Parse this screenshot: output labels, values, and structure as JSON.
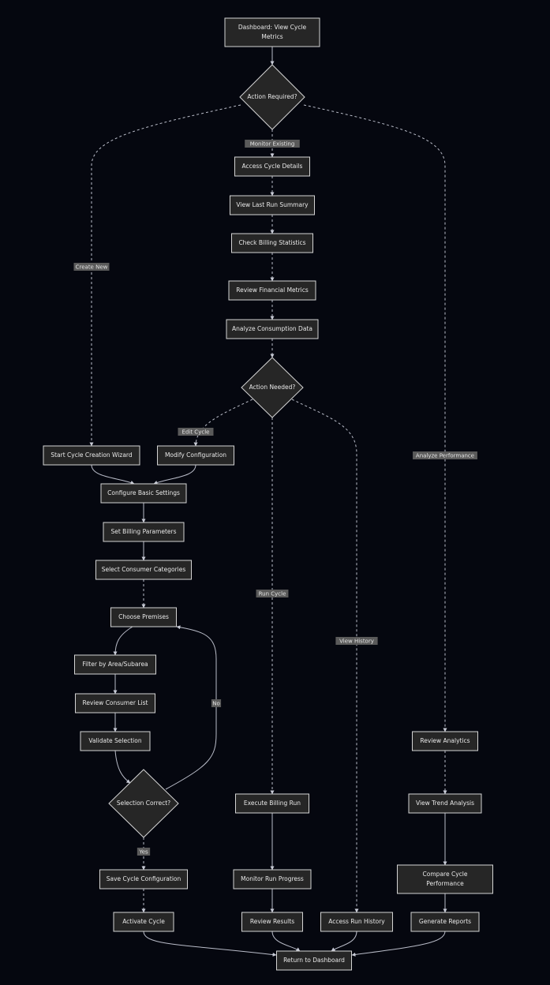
{
  "nodes": [
    {
      "id": "dashboard",
      "lines": [
        "Dashboard: View Cycle",
        "Metrics"
      ]
    },
    {
      "id": "action_required",
      "lines": [
        "Action Required?"
      ]
    },
    {
      "id": "access_cycle_details",
      "lines": [
        "Access Cycle Details"
      ]
    },
    {
      "id": "view_last_run_summary",
      "lines": [
        "View Last Run Summary"
      ]
    },
    {
      "id": "check_billing_statistics",
      "lines": [
        "Check Billing Statistics"
      ]
    },
    {
      "id": "review_financial_metrics",
      "lines": [
        "Review Financial Metrics"
      ]
    },
    {
      "id": "analyze_consumption_data",
      "lines": [
        "Analyze Consumption Data"
      ]
    },
    {
      "id": "action_needed",
      "lines": [
        "Action Needed?"
      ]
    },
    {
      "id": "start_cycle_creation_wizard",
      "lines": [
        "Start Cycle Creation Wizard"
      ]
    },
    {
      "id": "modify_configuration",
      "lines": [
        "Modify Configuration"
      ]
    },
    {
      "id": "configure_basic_settings",
      "lines": [
        "Configure Basic Settings"
      ]
    },
    {
      "id": "set_billing_parameters",
      "lines": [
        "Set Billing Parameters"
      ]
    },
    {
      "id": "select_consumer_categories",
      "lines": [
        "Select Consumer Categories"
      ]
    },
    {
      "id": "choose_premises",
      "lines": [
        "Choose Premises"
      ]
    },
    {
      "id": "filter_by_area",
      "lines": [
        "Filter by Area/Subarea"
      ]
    },
    {
      "id": "review_consumer_list",
      "lines": [
        "Review Consumer List"
      ]
    },
    {
      "id": "validate_selection",
      "lines": [
        "Validate Selection"
      ]
    },
    {
      "id": "selection_correct",
      "lines": [
        "Selection Correct?"
      ]
    },
    {
      "id": "save_cycle_configuration",
      "lines": [
        "Save Cycle Configuration"
      ]
    },
    {
      "id": "activate_cycle",
      "lines": [
        "Activate Cycle"
      ]
    },
    {
      "id": "execute_billing_run",
      "lines": [
        "Execute Billing Run"
      ]
    },
    {
      "id": "monitor_run_progress",
      "lines": [
        "Monitor Run Progress"
      ]
    },
    {
      "id": "review_results",
      "lines": [
        "Review Results"
      ]
    },
    {
      "id": "access_run_history",
      "lines": [
        "Access Run History"
      ]
    },
    {
      "id": "review_analytics",
      "lines": [
        "Review Analytics"
      ]
    },
    {
      "id": "view_trend_analysis",
      "lines": [
        "View Trend Analysis"
      ]
    },
    {
      "id": "compare_cycle_performance",
      "lines": [
        "Compare Cycle",
        "Performance"
      ]
    },
    {
      "id": "generate_reports",
      "lines": [
        "Generate Reports"
      ]
    },
    {
      "id": "return_to_dashboard",
      "lines": [
        "Return to Dashboard"
      ]
    }
  ],
  "edge_labels": [
    {
      "id": "monitor_existing",
      "text": "Monitor Existing"
    },
    {
      "id": "create_new",
      "text": "Create New"
    },
    {
      "id": "analyze_performance",
      "text": "Analyze Performance"
    },
    {
      "id": "edit_cycle",
      "text": "Edit Cycle"
    },
    {
      "id": "run_cycle",
      "text": "Run Cycle"
    },
    {
      "id": "view_history",
      "text": "View History"
    },
    {
      "id": "no",
      "text": "No"
    },
    {
      "id": "yes",
      "text": "Yes"
    }
  ]
}
